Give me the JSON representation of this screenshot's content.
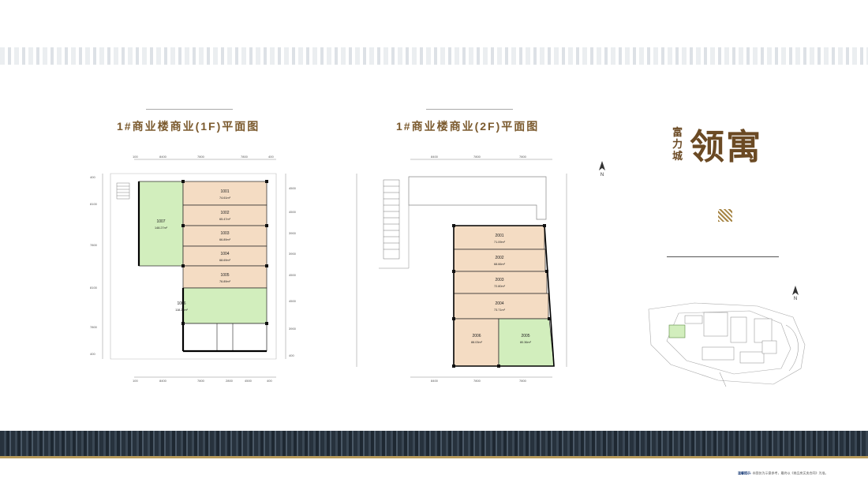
{
  "plans": [
    {
      "title": "1#商业楼商业(1F)平面图",
      "units": [
        {
          "no": "1001",
          "area": "74.61m²",
          "type": "shop"
        },
        {
          "no": "1002",
          "area": "65.47m²",
          "type": "shop"
        },
        {
          "no": "1003",
          "area": "66.89m²",
          "type": "shop"
        },
        {
          "no": "1004",
          "area": "68.69m²",
          "type": "shop"
        },
        {
          "no": "1005",
          "area": "76.89m²",
          "type": "shop"
        },
        {
          "no": "1006",
          "area": "118.23m²",
          "type": "anchor"
        },
        {
          "no": "1007",
          "area": "148.27m²",
          "type": "anchor"
        }
      ],
      "dims_top": [
        "100",
        "8400",
        "7800",
        "7800",
        "400"
      ],
      "dims_bottom": [
        "100",
        "8400",
        "7800",
        "2800",
        "4500",
        "400"
      ],
      "dims_left": [
        "400",
        "8100",
        "7800",
        "8100",
        "7800",
        "400"
      ],
      "dims_right": [
        "4500",
        "4500",
        "3900",
        "3900",
        "4500",
        "4500",
        "3900",
        "400"
      ]
    },
    {
      "title": "1#商业楼商业(2F)平面图",
      "units": [
        {
          "no": "2001",
          "area": "71.09m²",
          "type": "shop"
        },
        {
          "no": "2002",
          "area": "68.66m²",
          "type": "shop"
        },
        {
          "no": "2003",
          "area": "72.80m²",
          "type": "shop"
        },
        {
          "no": "2004",
          "area": "73.71m²",
          "type": "shop"
        },
        {
          "no": "2005",
          "area": "80.36m²",
          "type": "anchor"
        },
        {
          "no": "2006",
          "area": "88.03m²",
          "type": "shop"
        }
      ],
      "dims_top": [
        "8400",
        "7800",
        "7800"
      ],
      "dims_bottom": [
        "8400",
        "7800",
        "7800"
      ]
    }
  ],
  "brand": {
    "small": "富力城",
    "big": "领寓"
  },
  "north_label": "N",
  "colors": {
    "shop": "#f4dcc3",
    "anchor": "#d2eebd",
    "brand": "#6b4a24",
    "band": "#27323d",
    "accent": "#b79a5a"
  },
  "footnote": {
    "label": "温馨提示:",
    "text": "本图仅为示意参考，最终以《商品房买卖合同》为准。"
  }
}
